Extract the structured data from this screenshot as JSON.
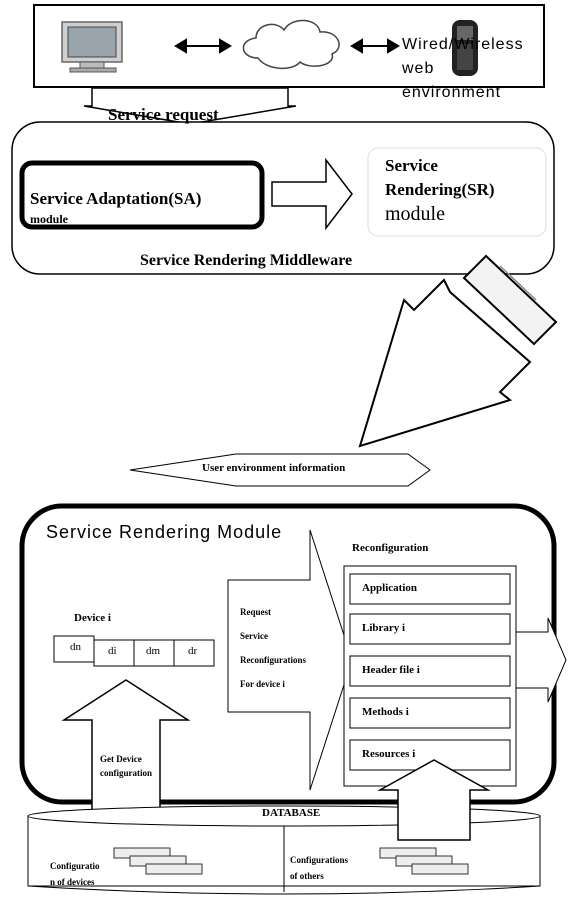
{
  "top": {
    "environment_label": [
      "Wired/Wireless",
      "web",
      "environment"
    ],
    "request_label": "Service request"
  },
  "middleware": {
    "sa_label": "Service Adaptation(SA)",
    "sa_label_line2": "module",
    "sr_label_line1": "Service",
    "sr_label_line2": "Rendering(SR)",
    "sr_label_line3": "module",
    "caption": "Service Rendering Middleware"
  },
  "user_env": "User environment information",
  "srm": {
    "title": "Service Rendering Module",
    "device_label": "Device i",
    "cells": [
      "dn",
      "di",
      "dm",
      "dr"
    ],
    "request_lines": [
      "Request",
      "Service",
      "Reconfigurations",
      "For device i"
    ],
    "get_device": [
      "Get Device",
      "configuration"
    ],
    "reconfig_title": "Reconfiguration",
    "reconfig_items": [
      "Application",
      "Library i",
      "Header file i",
      "Methods i",
      "Resources i"
    ]
  },
  "database": {
    "title": "DATABASE",
    "left_label": [
      "Configuratio",
      "n of devices"
    ],
    "right_label": [
      "Configurations",
      "of others"
    ]
  },
  "colors": {
    "line": "#000000",
    "box_fill": "#ffffff",
    "shade": "#e6e6e6"
  }
}
